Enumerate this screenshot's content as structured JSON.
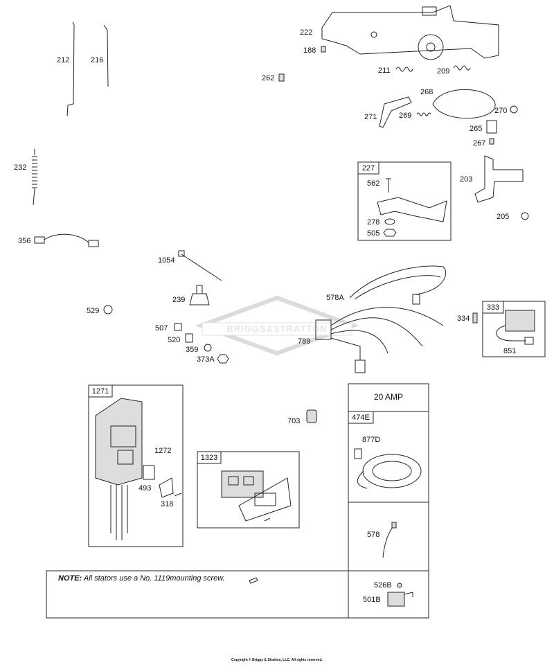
{
  "watermark": "BRIGGS&STRATTON",
  "note": {
    "prefix": "NOTE:",
    "text": "All stators use a No. 1119mounting screw."
  },
  "copyright": "Copyright © Briggs & Stratton, LLC. All rights reserved.",
  "amp_label": "20 AMP",
  "box_labels": {
    "b227": "227",
    "b333": "333",
    "b1271": "1271",
    "b1323": "1323",
    "b474e": "474E"
  },
  "part_labels": {
    "p212": "212",
    "p216": "216",
    "p222": "222",
    "p188": "188",
    "p262": "262",
    "p211": "211",
    "p209": "209",
    "p268": "268",
    "p271": "271",
    "p269": "269",
    "p270": "270",
    "p265": "265",
    "p267": "267",
    "p232": "232",
    "p562": "562",
    "p278": "278",
    "p505": "505",
    "p203": "203",
    "p205": "205",
    "p356": "356",
    "p1054": "1054",
    "p239": "239",
    "p529": "529",
    "p578a": "578A",
    "p334": "334",
    "p851": "851",
    "p507": "507",
    "p520": "520",
    "p359": "359",
    "p373a": "373A",
    "p789": "789",
    "p703": "703",
    "p1272": "1272",
    "p493": "493",
    "p318": "318",
    "p877d": "877D",
    "p578": "578",
    "p526b": "526B",
    "p501b": "501B"
  }
}
